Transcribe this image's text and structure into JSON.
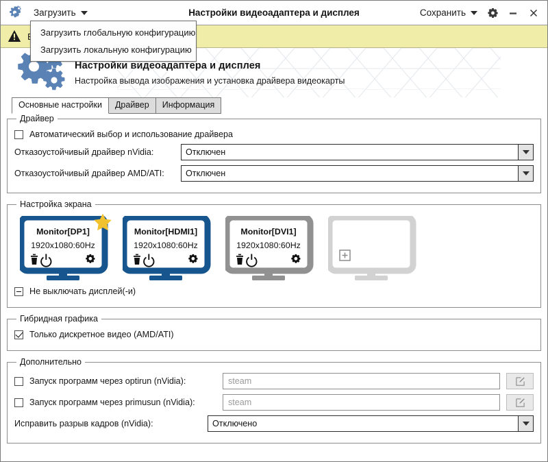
{
  "window": {
    "app_icon": "gears-icon",
    "title": "Настройки видеоадаптера и дисплея",
    "load_menu_label": "Загрузить",
    "save_menu_label": "Сохранить",
    "settings_icon": "gear-icon",
    "minimize_icon": "minimize-icon",
    "close_icon": "close-icon"
  },
  "load_menu": {
    "open": true,
    "items": [
      {
        "label": "Загрузить глобальную конфигурацию"
      },
      {
        "label": "Загрузить локальную конфигурацию"
      }
    ]
  },
  "warning": {
    "icon": "warning-triangle-icon",
    "text": "В"
  },
  "banner": {
    "icon": "gears-icon",
    "title": "Настройки видеоадаптера и дисплея",
    "subtitle": "Настройка вывода изображения и установка драйвера видеокарты"
  },
  "tabs": [
    {
      "label": "Основные настройки",
      "active": true
    },
    {
      "label": "Драйвер",
      "active": false
    },
    {
      "label": "Информация",
      "active": false
    }
  ],
  "driver_group": {
    "legend": "Драйвер",
    "auto_checkbox": {
      "label": "Автоматический выбор и использование драйвера",
      "state": "unchecked"
    },
    "nvidia": {
      "label": "Отказоустойчивый драйвер nVidia:",
      "value": "Отключен"
    },
    "amd": {
      "label": "Отказоустойчивый драйвер AMD/ATI:",
      "value": "Отключен"
    }
  },
  "screen_group": {
    "legend": "Настройка экрана",
    "monitors": [
      {
        "name": "Monitor[DP1]",
        "mode": "1920x1080:60Hz",
        "color": "#17558f",
        "primary": true,
        "star_icon": "star-icon",
        "actions": [
          "trash-icon",
          "power-icon",
          "gear-icon"
        ],
        "empty": false
      },
      {
        "name": "Monitor[HDMI1]",
        "mode": "1920x1080:60Hz",
        "color": "#17558f",
        "primary": false,
        "actions": [
          "trash-icon",
          "power-icon",
          "gear-icon"
        ],
        "empty": false
      },
      {
        "name": "Monitor[DVI1]",
        "mode": "1920x1080:60Hz",
        "color": "#919191",
        "primary": false,
        "actions": [
          "trash-icon",
          "power-icon",
          "gear-icon"
        ],
        "empty": false
      },
      {
        "name": "",
        "mode": "",
        "color": "#d2d2d2",
        "primary": false,
        "actions": [
          "plus-box-icon"
        ],
        "empty": true
      }
    ],
    "keep_on_checkbox": {
      "label": "Не выключать дисплей(-и)",
      "state": "partial"
    }
  },
  "hybrid_group": {
    "legend": "Гибридная графика",
    "discrete_checkbox": {
      "label": "Только дискретное видео (AMD/ATI)",
      "state": "checked"
    }
  },
  "extra_group": {
    "legend": "Дополнительно",
    "optirun": {
      "label": "Запуск программ через optirun (nVidia):",
      "state": "unchecked",
      "placeholder": "steam",
      "value": "",
      "edit_icon": "edit-pencil-icon"
    },
    "primusun": {
      "label": "Запуск программ через primusun (nVidia):",
      "state": "unchecked",
      "placeholder": "steam",
      "value": "",
      "edit_icon": "edit-pencil-icon"
    },
    "tearfix": {
      "label": "Исправить разрыв кадров (nVidia):",
      "value": "Отключено"
    }
  },
  "colors": {
    "accent_blue": "#17558f",
    "banner_gear": "#5a82b5",
    "warning_bg": "#efeda8",
    "star_yellow": "#f2c12e",
    "disabled_gray": "#919191"
  }
}
